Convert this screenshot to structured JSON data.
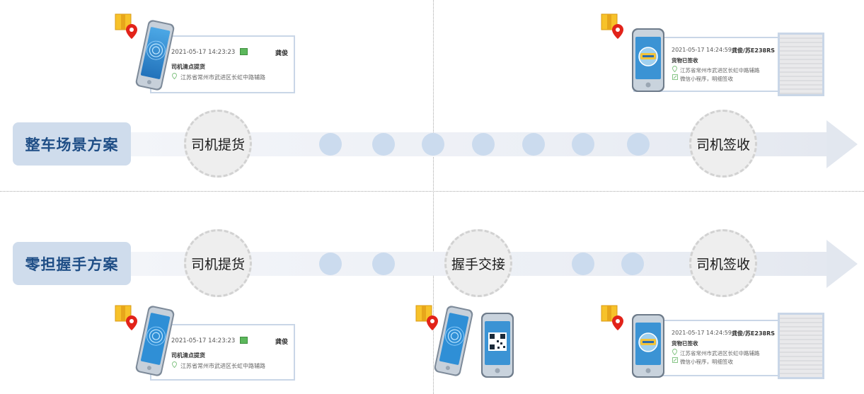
{
  "rows": [
    {
      "scheme_label": "整车场景方案",
      "stages": [
        "司机提货",
        "司机签收"
      ]
    },
    {
      "scheme_label": "零担握手方案",
      "stages": [
        "司机提货",
        "握手交接",
        "司机签收"
      ]
    }
  ],
  "pickup_card": {
    "datetime": "2021-05-17 14:23:23",
    "driver": "龚俊",
    "status": "司机清点提货",
    "address": "江苏省常州市武进区长虹中路辅路"
  },
  "sign_card": {
    "datetime": "2021-05-17 14:24:59",
    "driver_plate": "龚俊/苏E238RS",
    "status": "货物已签收",
    "address": "江苏省常州市武进区长虹中路辅路",
    "method": "微信小程序，明细签收"
  },
  "colors": {
    "scheme_bg": "#cfdcec",
    "scheme_text": "#1f4e86",
    "dot": "#cbdbee",
    "stage_bg": "#eeeeee",
    "card_border": "#c9d6e7"
  }
}
